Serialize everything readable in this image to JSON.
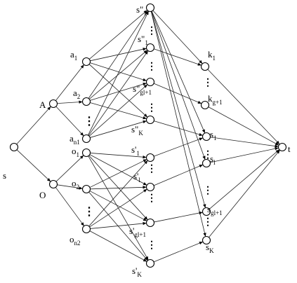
{
  "colors": {
    "stroke": "#000000",
    "background": "#ffffff"
  },
  "labels": {
    "s": "s",
    "A": "A",
    "O": "O",
    "a1": "a1",
    "a2": "a2",
    "an1": "an1",
    "o1": "o1",
    "o2": "o2",
    "on2": "on2",
    "s2_1": "s\"1",
    "s2_1b": "s\"1",
    "s2_g1": "s\"gl+1",
    "s2_K": "s\"K",
    "s1p_1": "s'1",
    "s1p_l": "s'l",
    "s1p_g1": "s'gl+1",
    "s1p_K": "s'K",
    "k1": "k1",
    "kg1": "kg+1",
    "sc1": "s1",
    "scl": "sl",
    "scg1": "sgl+1",
    "scK": "sK",
    "t": "t"
  },
  "ellipsis": "⋮"
}
